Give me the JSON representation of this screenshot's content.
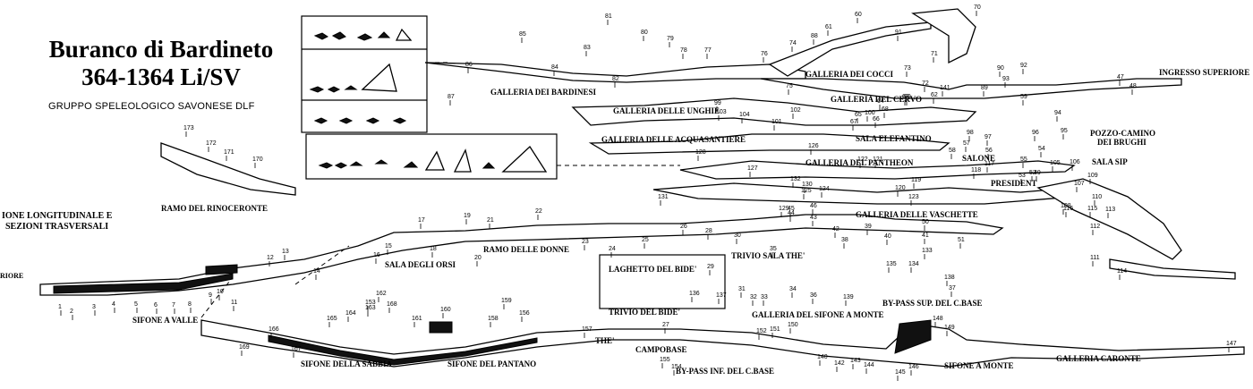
{
  "title": {
    "line1": "Buranco di Bardineto",
    "line2": "364-1364 Li/SV",
    "subtitle": "GRUPPO SPELEOLOGICO SAVONESE DLF"
  },
  "legend_partial": {
    "line1": "IONE LONGITUDINALE E",
    "line2": "SEZIONI TRASVERSALI",
    "left_edge": "RIORE"
  },
  "labels": {
    "ingresso": "INGRESSO SUPERIORE",
    "pozzo1": "POZZO-CAMINO",
    "pozzo2": "DEI BRUGHI",
    "sala_sip": "SALA SIP",
    "bardinesi": "GALLERIA DEI BARDINESI",
    "cocci": "GALLERIA DEI COCCI",
    "cervo": "GALLERIA DEL CERVO",
    "unghie": "GALLERIA DELLE UNGHIE",
    "acquasantiere": "GALLERIA DELLE ACQUASANTIERE",
    "elefantino": "SALA ELEFANTINO",
    "salone": "SALONE",
    "pantheon": "GALLERIA DEL PANTHEON",
    "president": "PRESIDENT",
    "vaschette": "GALLERIA DELLE VASCHETTE",
    "rinoceronte": "RAMO DEL RINOCERONTE",
    "donne": "RAMO DELLE DONNE",
    "orsi": "SALA DEGLI ORSI",
    "laghetto": "LAGHETTO DEL BIDE'",
    "trivio_the": "TRIVIO SALA THE'",
    "trivio_bide": "TRIVIO DEL BIDE'",
    "sifone_monte_gal": "GALLERIA DEL SIFONE A MONTE",
    "bypass_sup": "BY-PASS SUP. DEL C.BASE",
    "sifone_valle": "SIFONE A VALLE",
    "sifone_sabbia": "SIFONE DELLA SABBIA",
    "sifone_pantano": "SIFONE DEL PANTANO",
    "the": "THE'",
    "campobase": "CAMPOBASE",
    "bypass_inf": "BY-PASS INF. DEL C.BASE",
    "sifone_monte": "SIFONE A MONTE",
    "caronte": "GALLERIA CARONTE"
  },
  "numbers": [
    "1",
    "2",
    "3",
    "4",
    "5",
    "6",
    "7",
    "8",
    "9",
    "10",
    "11",
    "12",
    "13",
    "14",
    "15",
    "16",
    "17",
    "18",
    "19",
    "20",
    "21",
    "22",
    "23",
    "24",
    "25",
    "26",
    "27",
    "28",
    "29",
    "30",
    "31",
    "32",
    "33",
    "34",
    "35",
    "36",
    "37",
    "38",
    "39",
    "40",
    "41",
    "42",
    "43",
    "44",
    "45",
    "46",
    "47",
    "48",
    "49",
    "50",
    "51",
    "52",
    "53",
    "54",
    "55",
    "56",
    "57",
    "58",
    "59",
    "60",
    "61",
    "62",
    "63",
    "64",
    "65",
    "66",
    "67",
    "68",
    "69",
    "70",
    "71",
    "72",
    "73",
    "74",
    "75",
    "76",
    "77",
    "78",
    "79",
    "80",
    "81",
    "82",
    "83",
    "84",
    "85",
    "86",
    "87",
    "88",
    "89",
    "90",
    "91",
    "92",
    "93",
    "94",
    "95",
    "96",
    "97",
    "98",
    "99",
    "100",
    "101",
    "102",
    "103",
    "104",
    "105",
    "106",
    "107",
    "108",
    "109",
    "110",
    "111",
    "112",
    "113",
    "114",
    "115",
    "116",
    "117",
    "118",
    "119",
    "120",
    "121",
    "122",
    "123",
    "124",
    "125",
    "126",
    "127",
    "128",
    "129",
    "130",
    "131",
    "132",
    "133",
    "134",
    "135",
    "136",
    "137",
    "138",
    "139",
    "140",
    "141",
    "142",
    "143",
    "144",
    "145",
    "146",
    "147",
    "148",
    "149",
    "150",
    "151",
    "152",
    "153",
    "154",
    "155",
    "156",
    "157",
    "158",
    "159",
    "160",
    "161",
    "162",
    "163",
    "164",
    "165",
    "166",
    "167",
    "168",
    "169",
    "170",
    "171",
    "172",
    "173"
  ]
}
